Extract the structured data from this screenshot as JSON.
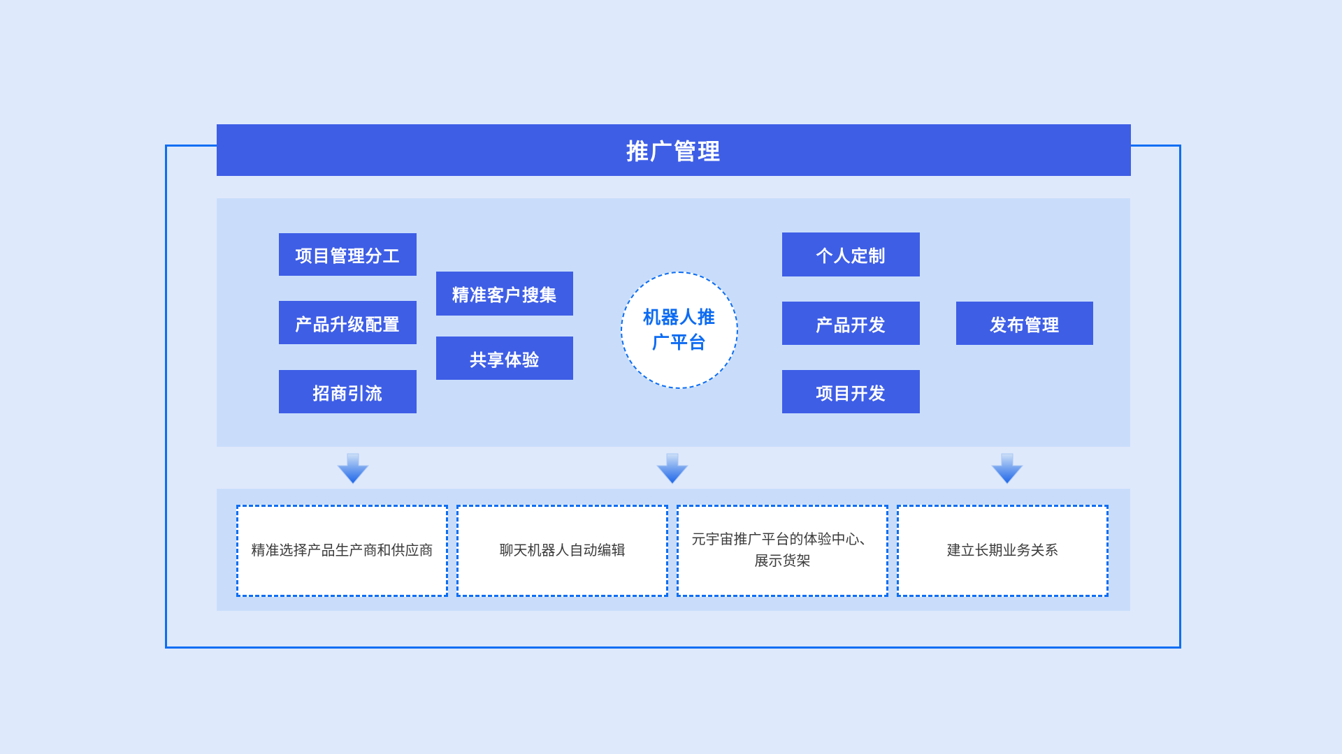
{
  "header": {
    "title": "推广管理"
  },
  "hub": {
    "line1": "机器人推",
    "line2": "广平台"
  },
  "feature_boxes": [
    {
      "label": "项目管理分工"
    },
    {
      "label": "产品升级配置"
    },
    {
      "label": "招商引流"
    },
    {
      "label": "精准客户搜集"
    },
    {
      "label": "共享体验"
    },
    {
      "label": "个人定制"
    },
    {
      "label": "产品开发"
    },
    {
      "label": "项目开发"
    },
    {
      "label": "发布管理"
    }
  ],
  "outcome_boxes": [
    {
      "label": "精准选择产品生产商和供应商"
    },
    {
      "label": "聊天机器人自动编辑"
    },
    {
      "label": "元宇宙推广平台的体验中心、展示货架"
    },
    {
      "label": "建立长期业务关系"
    }
  ],
  "colors": {
    "primary_blue": "#3e5ee6",
    "bright_blue": "#0d6ef3",
    "panel_blue": "#c9ddfb",
    "background": "#dfe9fc",
    "body_text": "#3b3b3b",
    "arrow_gradient_top": "#cfe0f8",
    "arrow_gradient_bottom": "#1b64e9"
  }
}
